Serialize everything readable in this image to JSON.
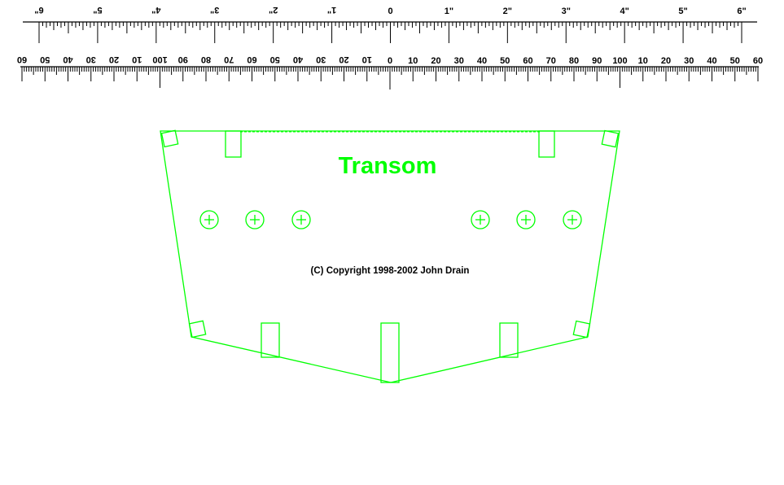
{
  "rulers": {
    "inch_labels": [
      "6\"",
      "5\"",
      "4\"",
      "3\"",
      "2\"",
      "1\"",
      "0",
      "1\"",
      "2\"",
      "3\"",
      "4\"",
      "5\"",
      "6\""
    ],
    "metric_labels": [
      "60",
      "50",
      "40",
      "30",
      "20",
      "10",
      "100",
      "90",
      "80",
      "70",
      "60",
      "50",
      "40",
      "30",
      "20",
      "10",
      "0",
      "10",
      "20",
      "30",
      "40",
      "50",
      "60",
      "70",
      "80",
      "90",
      "100",
      "10",
      "20",
      "30",
      "40",
      "50",
      "60"
    ]
  },
  "part": {
    "title": "Transom",
    "copyright": "(C) Copyright 1998-2002 John Drain",
    "screw_holes_count": 6,
    "color": "#00ff00"
  }
}
